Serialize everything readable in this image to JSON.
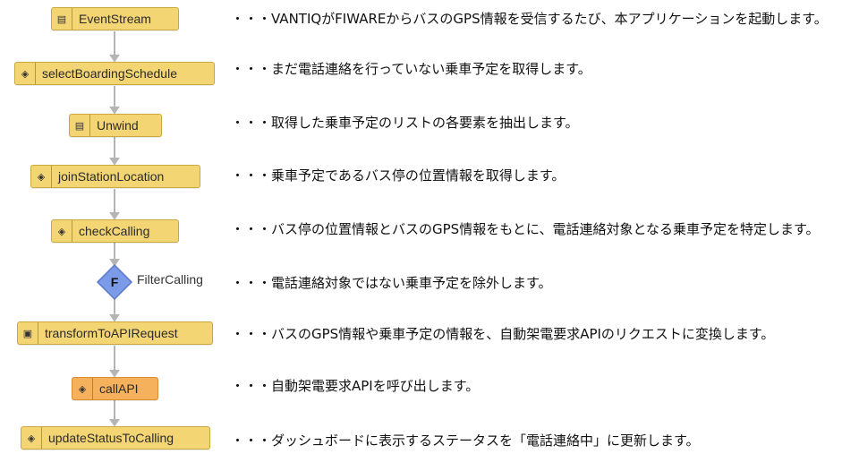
{
  "nodes": {
    "event_stream": {
      "label": "EventStream",
      "icon": "stream-icon"
    },
    "select_boarding_schedule": {
      "label": "selectBoardingSchedule",
      "icon": "diamond-icon"
    },
    "unwind": {
      "label": "Unwind",
      "icon": "stream-icon"
    },
    "join_station_location": {
      "label": "joinStationLocation",
      "icon": "diamond-icon"
    },
    "check_calling": {
      "label": "checkCalling",
      "icon": "diamond-icon"
    },
    "filter_calling": {
      "label": "FilterCalling",
      "glyph": "F",
      "icon": "filter-diamond-icon"
    },
    "transform_to_api_request": {
      "label": "transformToAPIRequest",
      "icon": "transform-icon"
    },
    "call_api": {
      "label": "callAPI",
      "icon": "diamond-icon"
    },
    "update_status_to_calling": {
      "label": "updateStatusToCalling",
      "icon": "diamond-icon"
    }
  },
  "descriptions": {
    "event_stream": "・・・VANTIQがFIWAREからバスのGPS情報を受信するたび、本アプリケーションを起動します。",
    "select_boarding_schedule": "・・・まだ電話連絡を行っていない乗車予定を取得します。",
    "unwind": "・・・取得した乗車予定のリストの各要素を抽出します。",
    "join_station_location": "・・・乗車予定であるバス停の位置情報を取得します。",
    "check_calling": "・・・バス停の位置情報とバスのGPS情報をもとに、電話連絡対象となる乗車予定を特定します。",
    "filter_calling": "・・・電話連絡対象ではない乗車予定を除外します。",
    "transform_to_api_request": "・・・バスのGPS情報や乗車予定の情報を、自動架電要求APIのリクエストに変換します。",
    "call_api": "・・・自動架電要求APIを呼び出します。",
    "update_status_to_calling": "・・・ダッシュボードに表示するステータスを「電話連絡中」に更新します。"
  },
  "colors": {
    "node_fill": "#f4d574",
    "node_highlight_fill": "#f6b15d",
    "filter_fill": "#7b9be8",
    "connector": "#b5b5b5"
  }
}
